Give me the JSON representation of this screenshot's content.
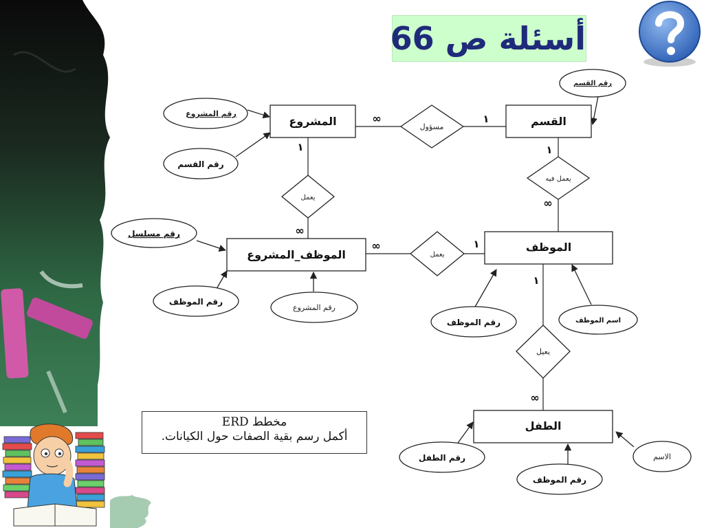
{
  "slide": {
    "title": "أسئلة ص 66",
    "note_line1": "مخطط ERD",
    "note_line2": "أكمل رسم بقية الصفات حول الكيانات."
  },
  "entities": {
    "project": "المشروع",
    "department": "القسم",
    "employee_project": "الموظف_المشروع",
    "employee": "الموظف",
    "child": "الطفل"
  },
  "relationships": {
    "responsible": "مسؤول",
    "works_in": "يعمل فيه",
    "works_project": "يعمل",
    "works_employee": "يعمل",
    "supports": "يعيل"
  },
  "attributes": {
    "project_number_key": "رقم المشروع",
    "project_department_number": "رقم القسم",
    "department_number_key": "رقم القسم",
    "serial_number_key": "رقم مسلسل",
    "ep_employee_number": "رقم الموظف",
    "ep_project_number": "رقم المشروع",
    "employee_number": "رقم الموظف",
    "employee_name": "اسم الموظف",
    "child_number": "رقم الطفل",
    "child_employee_number": "رقم الموظف",
    "child_name": "الاسم"
  },
  "cardinality": {
    "one": "١",
    "many": "∞"
  }
}
